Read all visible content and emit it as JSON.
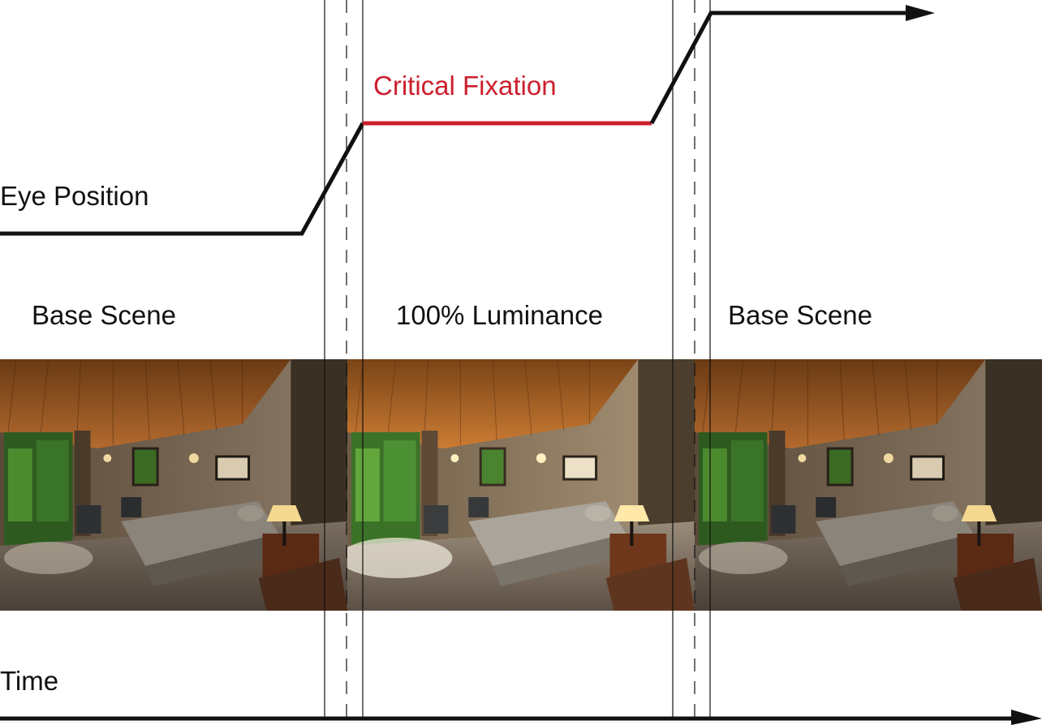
{
  "labels": {
    "eye_position": "Eye Position",
    "critical_fixation": "Critical Fixation",
    "time": "Time",
    "panels": [
      "Base Scene",
      "100% Luminance",
      "Base Scene"
    ]
  },
  "colors": {
    "trace": "#111111",
    "fixation": "#cc1f2d",
    "background": "#ffffff",
    "saccade_lines": "#111111"
  },
  "scene": {
    "description_icon": "bedroom-photo",
    "luminance_levels": [
      "base",
      "increased",
      "base"
    ]
  }
}
